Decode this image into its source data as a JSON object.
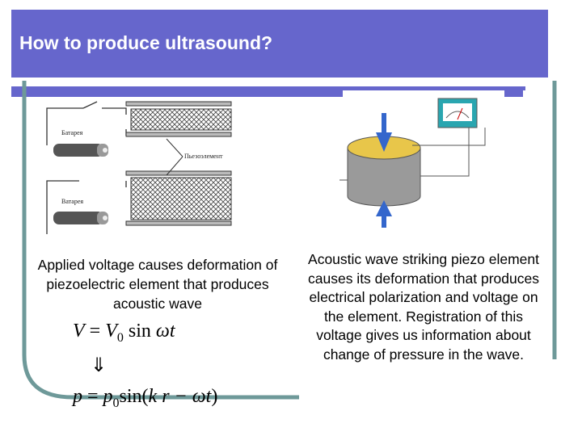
{
  "slide": {
    "title": "How to produce ultrasound?",
    "left_caption": "Applied voltage causes deformation of piezoelectric element that produces acoustic wave",
    "right_caption": "Acoustic wave striking piezo element causes its deformation that produces electrical polarization and voltage on the element. Registration of this voltage gives us information about change of pressure in the wave.",
    "equations": {
      "eq1": {
        "lhs": "V",
        "eq": " = ",
        "v0": "V",
        "v0_sub": "0",
        "sin": "sin",
        "omega_t": "ωt"
      },
      "implies": "⇓",
      "eq2": {
        "lhs": "p",
        "eq": " = ",
        "p0": "p",
        "p0_sub": "0",
        "sin": "sin(",
        "arg": "k r − ωt",
        "close": ")"
      }
    },
    "left_figure": {
      "battery_label_1": "Батарея",
      "battery_label_2": "Ватарея",
      "piezo_label": "Пьезоэлемент"
    },
    "colors": {
      "accent": "#6666cc",
      "frame": "#6e9999",
      "piezo_top": "#e8c64a",
      "piezo_side": "#9a9a9a",
      "arrow": "#3366cc",
      "meter": "#2aa6b0"
    }
  }
}
